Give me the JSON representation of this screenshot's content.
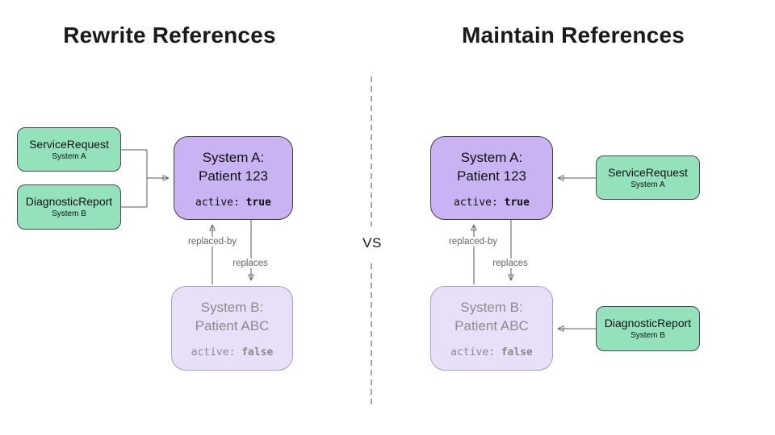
{
  "colors": {
    "green_fill": "#93E2BC",
    "green_border": "#4a4a4a",
    "purple_fill": "#C9B3F2",
    "purple_border": "#3f3f3f",
    "lavender_fill": "#E7E0F8",
    "lavender_border": "#A89EB9",
    "muted_text": "#8C8C8C",
    "edge": "#595959",
    "divider": "#4d4d4d",
    "label_text": "#666666",
    "title_text": "#1a1a1a"
  },
  "left": {
    "title": "Rewrite References",
    "sources": [
      {
        "resource": "ServiceRequest",
        "system": "System A"
      },
      {
        "resource": "DiagnosticReport",
        "system": "System B"
      }
    ],
    "system_a": {
      "line1": "System A:",
      "line2": "Patient 123",
      "active_key": "active:",
      "active_value": "true"
    },
    "system_b": {
      "line1": "System B:",
      "line2": "Patient ABC",
      "active_key": "active:",
      "active_value": "false"
    },
    "edges": {
      "replaced_by": "replaced-by",
      "replaces": "replaces"
    }
  },
  "divider": {
    "label": "VS"
  },
  "right": {
    "title": "Maintain References",
    "sources": [
      {
        "resource": "ServiceRequest",
        "system": "System A"
      },
      {
        "resource": "DiagnosticReport",
        "system": "System B"
      }
    ],
    "system_a": {
      "line1": "System A:",
      "line2": "Patient 123",
      "active_key": "active:",
      "active_value": "true"
    },
    "system_b": {
      "line1": "System B:",
      "line2": "Patient ABC",
      "active_key": "active:",
      "active_value": "false"
    },
    "edges": {
      "replaced_by": "replaced-by",
      "replaces": "replaces"
    }
  }
}
